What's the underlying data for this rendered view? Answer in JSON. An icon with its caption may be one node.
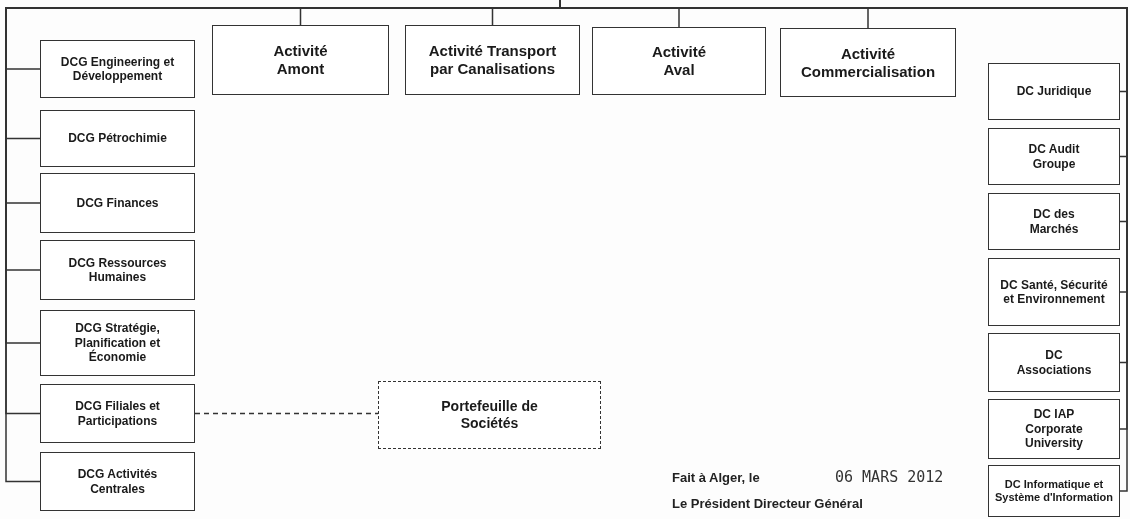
{
  "diagram": {
    "nodes": [
      {
        "text": [
          "DCG Engineering et Développement"
        ]
      },
      {
        "text": [
          "DCG Pétrochimie"
        ]
      },
      {
        "text": [
          "DCG Finances"
        ]
      },
      {
        "text": [
          "DCG Ressources Humaines"
        ]
      },
      {
        "text": [
          "DCG Stratégie, Planification et Économie"
        ]
      },
      {
        "text": [
          "DCG Filiales et Participations"
        ]
      },
      {
        "text": [
          "DCG Activités Centrales"
        ]
      },
      {
        "text": [
          "Activité Amont"
        ]
      },
      {
        "text": [
          "Activité Transport par Canalisations"
        ]
      },
      {
        "text": [
          "Activité Aval"
        ]
      },
      {
        "text": [
          "Activité Commercialisation"
        ]
      },
      {
        "text": [
          "DC Juridique"
        ]
      },
      {
        "text": [
          "DC Audit Groupe"
        ]
      },
      {
        "text": [
          "DC des Marchés"
        ]
      },
      {
        "text": [
          "DC Santé, Sécurité et Environnement"
        ]
      },
      {
        "text": [
          "DC Associations"
        ]
      },
      {
        "text": [
          "DC IAP Corporate University"
        ]
      },
      {
        "text": [
          "DC Informatique et Système d'Information"
        ]
      },
      {
        "text": [
          "Portefeuille de Sociétés"
        ]
      }
    ],
    "edges": [
      {
        "from": null,
        "to": 0,
        "arrow": "none"
      },
      {
        "from": null,
        "to": 1,
        "arrow": "none"
      },
      {
        "from": null,
        "to": 2,
        "arrow": "none"
      },
      {
        "from": null,
        "to": 3,
        "arrow": "none"
      },
      {
        "from": null,
        "to": 4,
        "arrow": "none"
      },
      {
        "from": null,
        "to": 5,
        "arrow": "none"
      },
      {
        "from": null,
        "to": 6,
        "arrow": "none"
      },
      {
        "from": null,
        "to": 7,
        "arrow": "none"
      },
      {
        "from": null,
        "to": 8,
        "arrow": "none"
      },
      {
        "from": null,
        "to": 9,
        "arrow": "none"
      },
      {
        "from": null,
        "to": 10,
        "arrow": "none"
      },
      {
        "from": null,
        "to": 11,
        "arrow": "none"
      },
      {
        "from": null,
        "to": 12,
        "arrow": "none"
      },
      {
        "from": null,
        "to": 13,
        "arrow": "none"
      },
      {
        "from": null,
        "to": 14,
        "arrow": "none"
      },
      {
        "from": null,
        "to": 15,
        "arrow": "none"
      },
      {
        "from": null,
        "to": 16,
        "arrow": "none"
      },
      {
        "from": null,
        "to": 17,
        "arrow": "none"
      },
      {
        "from": 5,
        "to": 18,
        "arrow": "none",
        "style": "dashed"
      }
    ],
    "labels": [
      "Fait à Alger, le",
      "06 MARS 2012",
      "Le Président Directeur Général"
    ]
  }
}
